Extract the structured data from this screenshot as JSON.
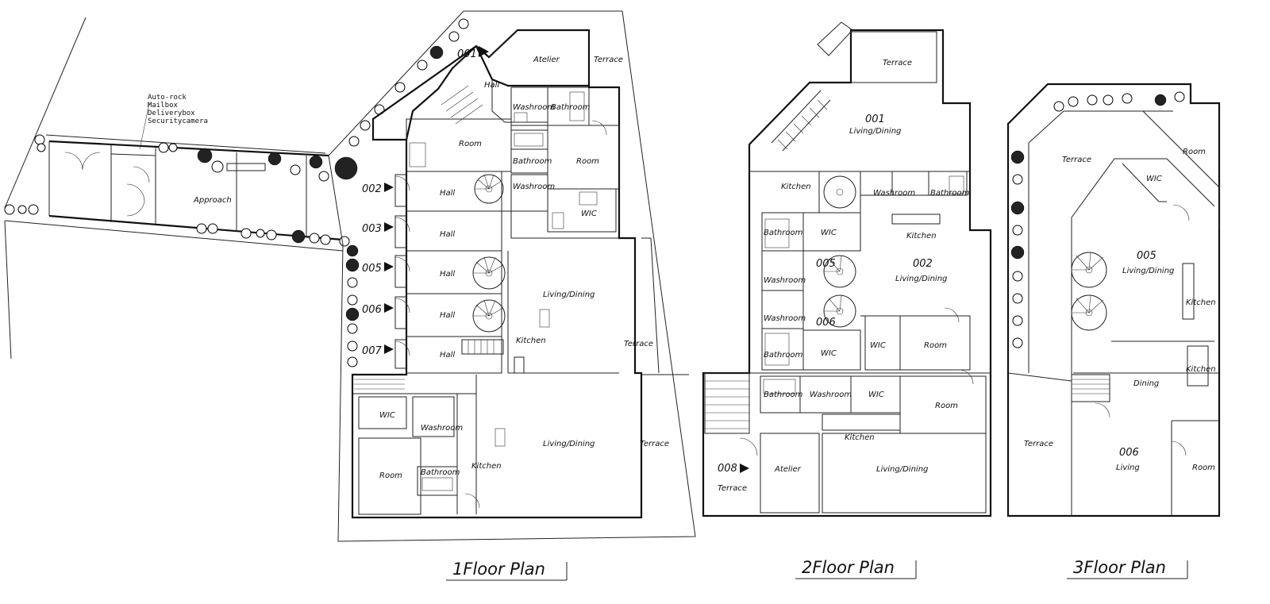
{
  "titles": {
    "floor1": "1Floor Plan",
    "floor2": "2Floor Plan",
    "floor3": "3Floor Plan"
  },
  "site_note": [
    "Auto-rock",
    "Mailbox",
    "Deliverybox",
    "Securitycamera"
  ],
  "floor1": {
    "approach": "Approach",
    "units": [
      "001",
      "002",
      "003",
      "005",
      "006",
      "007"
    ],
    "rooms": {
      "atelier": "Atelier",
      "terrace_top": "Terrace",
      "hall_001": "Hall",
      "washroom_a": "Washroom",
      "bathroom_a": "Bathroom",
      "room_a": "Room",
      "bathroom_b": "Bathroom",
      "room_b": "Room",
      "washroom_b": "Washroom",
      "wic_a": "WIC",
      "hall_002": "Hall",
      "hall_003": "Hall",
      "hall_005": "Hall",
      "hall_006": "Hall",
      "hall_007": "Hall",
      "living_a": "Living/Dining",
      "kitchen_a": "Kitchen",
      "terrace_mid": "Terrace",
      "wic_b": "WIC",
      "washroom_c": "Washroom",
      "room_c": "Room",
      "bathroom_c": "Bathroom",
      "kitchen_b": "Kitchen",
      "living_b": "Living/Dining",
      "terrace_bottom": "Terrace"
    }
  },
  "floor2": {
    "units": [
      "001",
      "002",
      "005",
      "006",
      "008"
    ],
    "rooms": {
      "terrace": "Terrace",
      "living_001": "Living/Dining",
      "kitchen_001": "Kitchen",
      "washroom_001": "Washroom",
      "bathroom_001": "Bathroom",
      "kitchen_002": "Kitchen",
      "living_002": "Living/Dining",
      "bathroom_a": "Bathroom",
      "wic_a": "WIC",
      "washroom_a": "Washroom",
      "washroom_b": "Washroom",
      "bathroom_b": "Bathroom",
      "wic_b": "WIC",
      "wic_c": "WIC",
      "room_a": "Room",
      "bathroom_c": "Bathroom",
      "washroom_c": "Washroom",
      "wic_d": "WIC",
      "room_b": "Room",
      "kitchen_b": "Kitchen",
      "atelier": "Atelier",
      "terrace_008": "Terrace",
      "living_b": "Living/Dining"
    }
  },
  "floor3": {
    "units": [
      "005",
      "006"
    ],
    "rooms": {
      "terrace_a": "Terrace",
      "room_a": "Room",
      "wic": "WIC",
      "living_005": "Living/Dining",
      "kitchen_a": "Kitchen",
      "kitchen_b": "Kitchen",
      "dining": "Dining",
      "terrace_b": "Terrace",
      "living_006": "Living",
      "room_b": "Room"
    }
  }
}
